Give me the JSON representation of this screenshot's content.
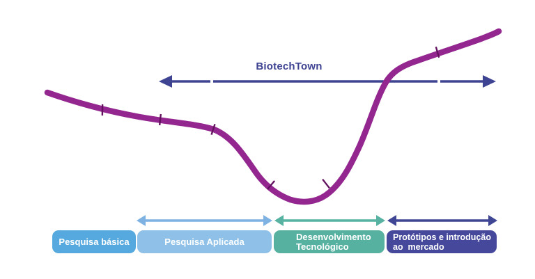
{
  "diagram": {
    "type": "valley-of-death-innovation-curve",
    "title_label": "BiotechTown",
    "phases": [
      {
        "id": "pesquisa-basica",
        "label": "Pesquisa básica",
        "box_color": "#55A9DE",
        "has_arrow": false
      },
      {
        "id": "pesquisa-aplicada",
        "label": "Pesquisa Aplicada",
        "box_color": "#8EC0E8",
        "has_arrow": true
      },
      {
        "id": "desenvolvimento-tecnologico",
        "label_line1": "Desenvolvimento",
        "label_line2": "Tecnológico",
        "box_color": "#57B1A0",
        "has_arrow": true
      },
      {
        "id": "prototipos-mercado",
        "label_line1": "Protótipos e introdução",
        "label_line2": "ao  mercado",
        "box_color": "#46499B",
        "has_arrow": true
      }
    ]
  },
  "colors": {
    "background": "#FFFFFF",
    "curve": "#93278F",
    "curve_tick": "#63125F",
    "main_arrow": "#3E4392",
    "applied_arrow": "#7EB2E2",
    "tech_arrow": "#57B2A2",
    "market_arrow": "#3F4795",
    "box_text": "#FFFFFF",
    "title_text": "#3E4392"
  }
}
